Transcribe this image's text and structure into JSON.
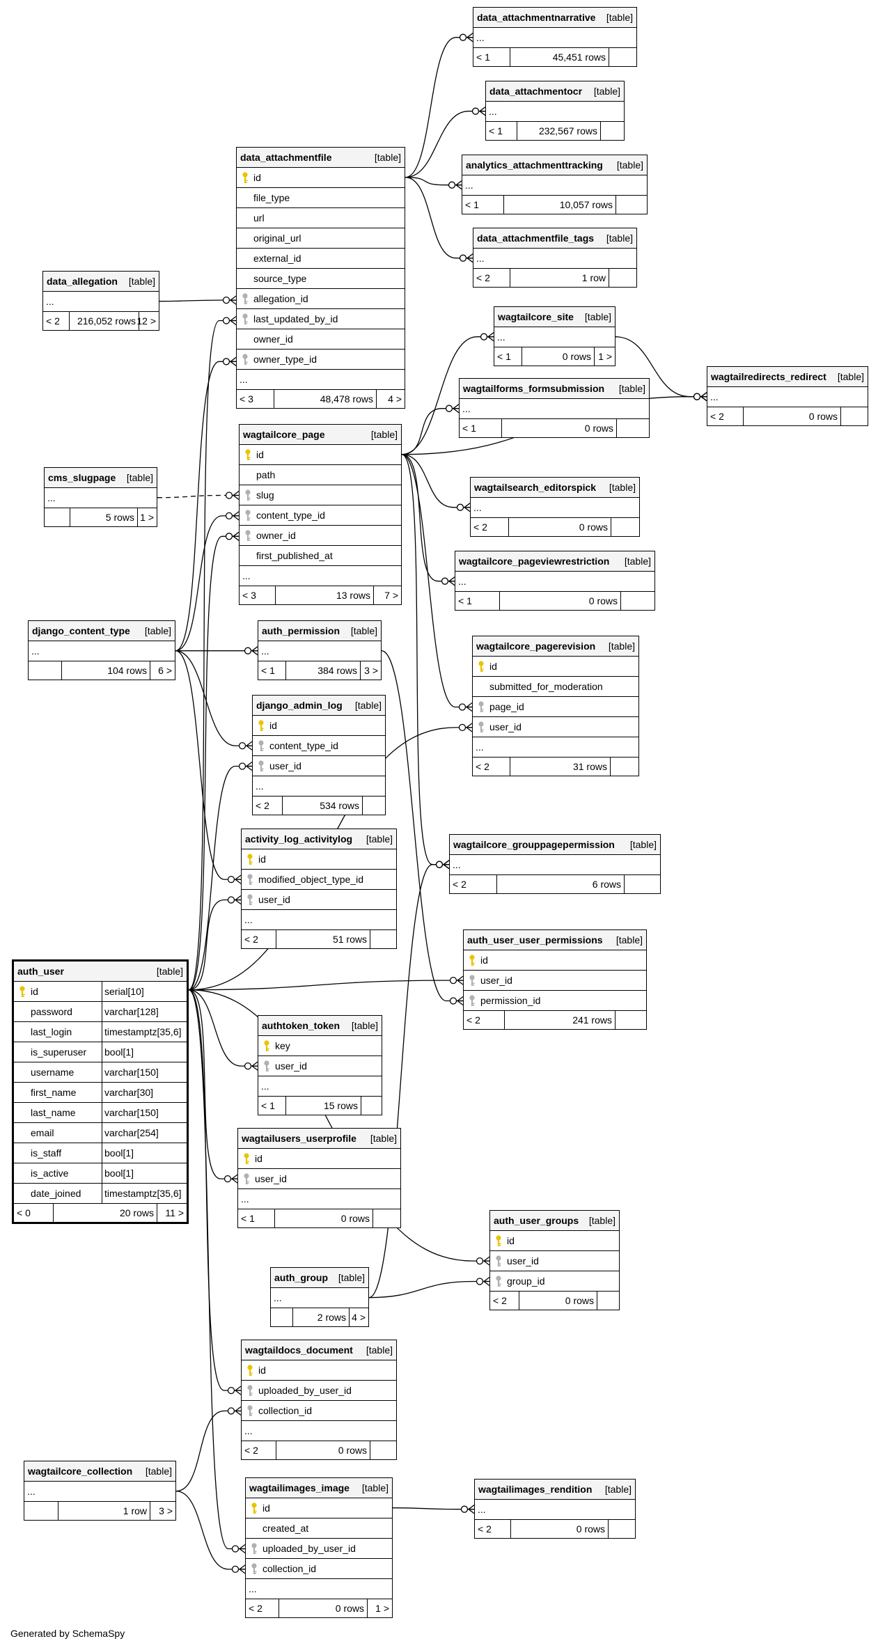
{
  "footer_text": "Generated by SchemaSpy",
  "colors": {
    "primary_key_icon": "#e8c400",
    "foreign_key_icon": "#b0b0b0",
    "line": "#000000"
  },
  "tables": {
    "data_attachmentnarrative": {
      "name": "data_attachmentnarrative",
      "kind": "[table]",
      "cols": [
        {
          "name": "...",
          "key": "none"
        }
      ],
      "footer": [
        "< 1",
        "45,451 rows",
        ""
      ]
    },
    "data_attachmentocr": {
      "name": "data_attachmentocr",
      "kind": "[table]",
      "cols": [
        {
          "name": "...",
          "key": "none"
        }
      ],
      "footer": [
        "< 1",
        "232,567 rows",
        ""
      ]
    },
    "analytics_attachmenttracking": {
      "name": "analytics_attachmenttracking",
      "kind": "[table]",
      "cols": [
        {
          "name": "...",
          "key": "none"
        }
      ],
      "footer": [
        "< 1",
        "10,057 rows",
        ""
      ]
    },
    "data_attachmentfile_tags": {
      "name": "data_attachmentfile_tags",
      "kind": "[table]",
      "cols": [
        {
          "name": "...",
          "key": "none"
        }
      ],
      "footer": [
        "< 2",
        "1 row",
        ""
      ]
    },
    "data_attachmentfile": {
      "name": "data_attachmentfile",
      "kind": "[table]",
      "cols": [
        {
          "name": "id",
          "key": "pk"
        },
        {
          "name": "file_type",
          "key": "none"
        },
        {
          "name": "url",
          "key": "none"
        },
        {
          "name": "original_url",
          "key": "none"
        },
        {
          "name": "external_id",
          "key": "none"
        },
        {
          "name": "source_type",
          "key": "none"
        },
        {
          "name": "allegation_id",
          "key": "fk"
        },
        {
          "name": "last_updated_by_id",
          "key": "fk"
        },
        {
          "name": "owner_id",
          "key": "none"
        },
        {
          "name": "owner_type_id",
          "key": "fk"
        },
        {
          "name": "...",
          "key": "none"
        }
      ],
      "footer": [
        "< 3",
        "48,478 rows",
        "4 >"
      ]
    },
    "data_allegation": {
      "name": "data_allegation",
      "kind": "[table]",
      "cols": [
        {
          "name": "...",
          "key": "none"
        }
      ],
      "footer": [
        "< 2",
        "216,052 rows",
        "12 >"
      ]
    },
    "wagtailcore_site": {
      "name": "wagtailcore_site",
      "kind": "[table]",
      "cols": [
        {
          "name": "...",
          "key": "none"
        }
      ],
      "footer": [
        "< 1",
        "0 rows",
        "1 >"
      ]
    },
    "wagtailredirects_redirect": {
      "name": "wagtailredirects_redirect",
      "kind": "[table]",
      "cols": [
        {
          "name": "...",
          "key": "none"
        }
      ],
      "footer": [
        "< 2",
        "0 rows",
        ""
      ]
    },
    "wagtailforms_formsubmission": {
      "name": "wagtailforms_formsubmission",
      "kind": "[table]",
      "cols": [
        {
          "name": "...",
          "key": "none"
        }
      ],
      "footer": [
        "< 1",
        "0 rows",
        ""
      ]
    },
    "wagtailcore_page": {
      "name": "wagtailcore_page",
      "kind": "[table]",
      "cols": [
        {
          "name": "id",
          "key": "pk"
        },
        {
          "name": "path",
          "key": "none"
        },
        {
          "name": "slug",
          "key": "fk"
        },
        {
          "name": "content_type_id",
          "key": "fk"
        },
        {
          "name": "owner_id",
          "key": "fk"
        },
        {
          "name": "first_published_at",
          "key": "none"
        },
        {
          "name": "...",
          "key": "none"
        }
      ],
      "footer": [
        "< 3",
        "13 rows",
        "7 >"
      ]
    },
    "cms_slugpage": {
      "name": "cms_slugpage",
      "kind": "[table]",
      "cols": [
        {
          "name": "...",
          "key": "none"
        }
      ],
      "footer": [
        "",
        "5 rows",
        "1 >"
      ]
    },
    "wagtailsearch_editorspick": {
      "name": "wagtailsearch_editorspick",
      "kind": "[table]",
      "cols": [
        {
          "name": "...",
          "key": "none"
        }
      ],
      "footer": [
        "< 2",
        "0 rows",
        ""
      ]
    },
    "wagtailcore_pageviewrestriction": {
      "name": "wagtailcore_pageviewrestriction",
      "kind": "[table]",
      "cols": [
        {
          "name": "...",
          "key": "none"
        }
      ],
      "footer": [
        "< 1",
        "0 rows",
        ""
      ]
    },
    "django_content_type": {
      "name": "django_content_type",
      "kind": "[table]",
      "cols": [
        {
          "name": "...",
          "key": "none"
        }
      ],
      "footer": [
        "",
        "104 rows",
        "6 >"
      ]
    },
    "auth_permission": {
      "name": "auth_permission",
      "kind": "[table]",
      "cols": [
        {
          "name": "...",
          "key": "none"
        }
      ],
      "footer": [
        "< 1",
        "384 rows",
        "3 >"
      ]
    },
    "wagtailcore_pagerevision": {
      "name": "wagtailcore_pagerevision",
      "kind": "[table]",
      "cols": [
        {
          "name": "id",
          "key": "pk"
        },
        {
          "name": "submitted_for_moderation",
          "key": "none"
        },
        {
          "name": "page_id",
          "key": "fk"
        },
        {
          "name": "user_id",
          "key": "fk"
        },
        {
          "name": "...",
          "key": "none"
        }
      ],
      "footer": [
        "< 2",
        "31 rows",
        ""
      ]
    },
    "django_admin_log": {
      "name": "django_admin_log",
      "kind": "[table]",
      "cols": [
        {
          "name": "id",
          "key": "pk"
        },
        {
          "name": "content_type_id",
          "key": "fk"
        },
        {
          "name": "user_id",
          "key": "fk"
        },
        {
          "name": "...",
          "key": "none"
        }
      ],
      "footer": [
        "< 2",
        "534 rows",
        ""
      ]
    },
    "activity_log_activitylog": {
      "name": "activity_log_activitylog",
      "kind": "[table]",
      "cols": [
        {
          "name": "id",
          "key": "pk"
        },
        {
          "name": "modified_object_type_id",
          "key": "fk"
        },
        {
          "name": "user_id",
          "key": "fk"
        },
        {
          "name": "...",
          "key": "none"
        }
      ],
      "footer": [
        "< 2",
        "51 rows",
        ""
      ]
    },
    "wagtailcore_grouppagepermission": {
      "name": "wagtailcore_grouppagepermission",
      "kind": "[table]",
      "cols": [
        {
          "name": "...",
          "key": "none"
        }
      ],
      "footer": [
        "< 2",
        "6 rows",
        ""
      ]
    },
    "auth_user": {
      "name": "auth_user",
      "kind": "[table]",
      "cols": [
        {
          "name": "id",
          "key": "pk",
          "type": "serial[10]"
        },
        {
          "name": "password",
          "key": "none",
          "type": "varchar[128]"
        },
        {
          "name": "last_login",
          "key": "none",
          "type": "timestamptz[35,6]"
        },
        {
          "name": "is_superuser",
          "key": "none",
          "type": "bool[1]"
        },
        {
          "name": "username",
          "key": "none",
          "type": "varchar[150]"
        },
        {
          "name": "first_name",
          "key": "none",
          "type": "varchar[30]"
        },
        {
          "name": "last_name",
          "key": "none",
          "type": "varchar[150]"
        },
        {
          "name": "email",
          "key": "none",
          "type": "varchar[254]"
        },
        {
          "name": "is_staff",
          "key": "none",
          "type": "bool[1]"
        },
        {
          "name": "is_active",
          "key": "none",
          "type": "bool[1]"
        },
        {
          "name": "date_joined",
          "key": "none",
          "type": "timestamptz[35,6]"
        }
      ],
      "footer": [
        "< 0",
        "20 rows",
        "11 >"
      ]
    },
    "auth_user_user_permissions": {
      "name": "auth_user_user_permissions",
      "kind": "[table]",
      "cols": [
        {
          "name": "id",
          "key": "pk"
        },
        {
          "name": "user_id",
          "key": "fk"
        },
        {
          "name": "permission_id",
          "key": "fk"
        }
      ],
      "footer": [
        "< 2",
        "241 rows",
        ""
      ]
    },
    "authtoken_token": {
      "name": "authtoken_token",
      "kind": "[table]",
      "cols": [
        {
          "name": "key",
          "key": "pk"
        },
        {
          "name": "user_id",
          "key": "fk"
        },
        {
          "name": "...",
          "key": "none"
        }
      ],
      "footer": [
        "< 1",
        "15 rows",
        ""
      ]
    },
    "wagtailusers_userprofile": {
      "name": "wagtailusers_userprofile",
      "kind": "[table]",
      "cols": [
        {
          "name": "id",
          "key": "pk"
        },
        {
          "name": "user_id",
          "key": "fk"
        },
        {
          "name": "...",
          "key": "none"
        }
      ],
      "footer": [
        "< 1",
        "0 rows",
        ""
      ]
    },
    "auth_user_groups": {
      "name": "auth_user_groups",
      "kind": "[table]",
      "cols": [
        {
          "name": "id",
          "key": "pk"
        },
        {
          "name": "user_id",
          "key": "fk"
        },
        {
          "name": "group_id",
          "key": "fk"
        }
      ],
      "footer": [
        "< 2",
        "0 rows",
        ""
      ]
    },
    "auth_group": {
      "name": "auth_group",
      "kind": "[table]",
      "cols": [
        {
          "name": "...",
          "key": "none"
        }
      ],
      "footer": [
        "",
        "2 rows",
        "4 >"
      ]
    },
    "wagtaildocs_document": {
      "name": "wagtaildocs_document",
      "kind": "[table]",
      "cols": [
        {
          "name": "id",
          "key": "pk"
        },
        {
          "name": "uploaded_by_user_id",
          "key": "fk"
        },
        {
          "name": "collection_id",
          "key": "fk"
        },
        {
          "name": "...",
          "key": "none"
        }
      ],
      "footer": [
        "< 2",
        "0 rows",
        ""
      ]
    },
    "wagtailcore_collection": {
      "name": "wagtailcore_collection",
      "kind": "[table]",
      "cols": [
        {
          "name": "...",
          "key": "none"
        }
      ],
      "footer": [
        "",
        "1 row",
        "3 >"
      ]
    },
    "wagtailimages_image": {
      "name": "wagtailimages_image",
      "kind": "[table]",
      "cols": [
        {
          "name": "id",
          "key": "pk"
        },
        {
          "name": "created_at",
          "key": "none"
        },
        {
          "name": "uploaded_by_user_id",
          "key": "fk"
        },
        {
          "name": "collection_id",
          "key": "fk"
        },
        {
          "name": "...",
          "key": "none"
        }
      ],
      "footer": [
        "< 2",
        "0 rows",
        "1 >"
      ]
    },
    "wagtailimages_rendition": {
      "name": "wagtailimages_rendition",
      "kind": "[table]",
      "cols": [
        {
          "name": "...",
          "key": "none"
        }
      ],
      "footer": [
        "< 2",
        "0 rows",
        ""
      ]
    }
  },
  "relationships": [
    {
      "from": "data_attachmentfile",
      "to": "data_attachmentnarrative"
    },
    {
      "from": "data_attachmentfile",
      "to": "data_attachmentocr"
    },
    {
      "from": "data_attachmentfile",
      "to": "analytics_attachmenttracking"
    },
    {
      "from": "data_attachmentfile",
      "to": "data_attachmentfile_tags"
    },
    {
      "from": "data_allegation",
      "to": "data_attachmentfile.allegation_id"
    },
    {
      "from": "auth_user",
      "to": "data_attachmentfile.last_updated_by_id"
    },
    {
      "from": "django_content_type",
      "to": "data_attachmentfile.owner_type_id"
    },
    {
      "from": "wagtailcore_page",
      "to": "wagtailcore_site"
    },
    {
      "from": "wagtailcore_page",
      "to": "wagtailredirects_redirect"
    },
    {
      "from": "wagtailcore_site",
      "to": "wagtailredirects_redirect"
    },
    {
      "from": "wagtailcore_page",
      "to": "wagtailforms_formsubmission"
    },
    {
      "from": "wagtailcore_page",
      "to": "wagtailsearch_editorspick"
    },
    {
      "from": "wagtailcore_page",
      "to": "wagtailcore_pageviewrestriction"
    },
    {
      "from": "wagtailcore_page",
      "to": "wagtailcore_pagerevision.page_id"
    },
    {
      "from": "wagtailcore_page",
      "to": "wagtailcore_grouppagepermission"
    },
    {
      "from": "cms_slugpage",
      "to": "wagtailcore_page.slug",
      "style": "dashed"
    },
    {
      "from": "django_content_type",
      "to": "wagtailcore_page.content_type_id"
    },
    {
      "from": "auth_user",
      "to": "wagtailcore_page.owner_id"
    },
    {
      "from": "django_content_type",
      "to": "auth_permission"
    },
    {
      "from": "django_content_type",
      "to": "django_admin_log.content_type_id"
    },
    {
      "from": "django_content_type",
      "to": "activity_log_activitylog.modified_object_type_id"
    },
    {
      "from": "auth_permission",
      "to": "auth_user_user_permissions.permission_id"
    },
    {
      "from": "auth_user",
      "to": "django_admin_log.user_id"
    },
    {
      "from": "auth_user",
      "to": "activity_log_activitylog.user_id"
    },
    {
      "from": "auth_user",
      "to": "wagtailcore_pagerevision.user_id"
    },
    {
      "from": "auth_user",
      "to": "auth_user_user_permissions.user_id"
    },
    {
      "from": "auth_user",
      "to": "authtoken_token.user_id"
    },
    {
      "from": "auth_user",
      "to": "wagtailusers_userprofile.user_id"
    },
    {
      "from": "auth_user",
      "to": "auth_user_groups.user_id"
    },
    {
      "from": "auth_user",
      "to": "wagtaildocs_document.uploaded_by_user_id"
    },
    {
      "from": "auth_user",
      "to": "wagtailimages_image.uploaded_by_user_id"
    },
    {
      "from": "auth_group",
      "to": "auth_user_groups.group_id"
    },
    {
      "from": "auth_group",
      "to": "wagtailcore_grouppagepermission"
    },
    {
      "from": "wagtailcore_collection",
      "to": "wagtaildocs_document.collection_id"
    },
    {
      "from": "wagtailcore_collection",
      "to": "wagtailimages_image.collection_id"
    },
    {
      "from": "wagtailimages_image",
      "to": "wagtailimages_rendition"
    }
  ]
}
